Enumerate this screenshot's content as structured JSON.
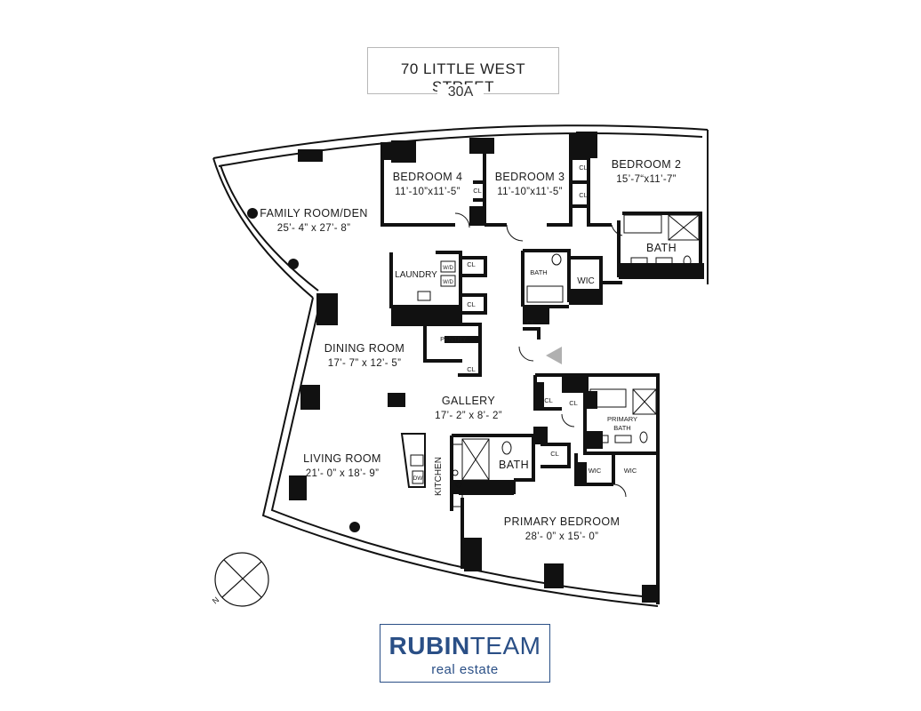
{
  "header": {
    "address": "70 LITTLE WEST STREET",
    "unit": "30A"
  },
  "rooms": {
    "family_room": {
      "name": "FAMILY ROOM/DEN",
      "dims": "25’- 4” x 27’- 8”"
    },
    "bedroom4": {
      "name": "BEDROOM 4",
      "dims": "11’-10”x11’-5”"
    },
    "bedroom3": {
      "name": "BEDROOM 3",
      "dims": "11’-10”x11’-5”"
    },
    "bedroom2": {
      "name": "BEDROOM 2",
      "dims": "15’-7“x11’-7”"
    },
    "dining_room": {
      "name": "DINING ROOM",
      "dims": "17’- 7” x 12’- 5”"
    },
    "gallery": {
      "name": "GALLERY",
      "dims": "17’- 2” x 8’- 2”"
    },
    "living_room": {
      "name": "LIVING ROOM",
      "dims": "21’- 0” x 18’- 9”"
    },
    "primary_bedroom": {
      "name": "PRIMARY BEDROOM",
      "dims": "28’- 0” x 15’- 0”"
    },
    "kitchen": {
      "name": "KITCHEN"
    },
    "laundry": {
      "name": "LAUNDRY"
    },
    "pantry": {
      "name": "PANTRY"
    },
    "bath_main": {
      "name": "BATH"
    },
    "bath_small": {
      "name": "BATH"
    },
    "bath_hall": {
      "name": "BATH"
    },
    "primary_bath": {
      "line1": "PRIMARY",
      "line2": "BATH"
    },
    "wic": "WIC",
    "closet": "CL",
    "wd": "W/D",
    "dw": "DW"
  },
  "compass": {
    "north": "N"
  },
  "logo": {
    "bold": "RUBIN",
    "light": "TEAM",
    "sub": "real estate"
  },
  "colors": {
    "wall": "#111111",
    "brand": "#2a4f86",
    "frame": "#b8b8b8"
  }
}
